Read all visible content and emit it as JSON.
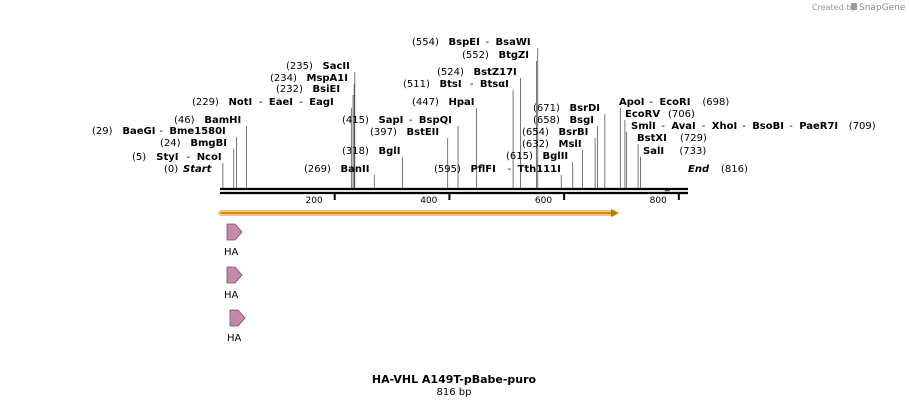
{
  "watermark": {
    "prefix": "Created by",
    "brand": "SnapGene"
  },
  "title": "HA-VHL A149T-pBabe-puro",
  "subtitle": "816 bp",
  "sequence": {
    "length": 816,
    "start_label": "Start",
    "end_label": "End",
    "end_pos": "(816)",
    "start_pos": "(0)"
  },
  "ruler": {
    "ticks": [
      200,
      400,
      600,
      800
    ]
  },
  "sites": [
    {
      "pos": 0,
      "text": "",
      "line": "(0)",
      "id": "start"
    },
    {
      "pos": 5,
      "label": "(5)",
      "names": [
        "StyI",
        "NcoI"
      ]
    },
    {
      "pos": 24,
      "label": "(24)",
      "names": [
        "BmgBI"
      ]
    },
    {
      "pos": 29,
      "label": "(29)",
      "names": [
        "BaeGI",
        "Bme1580I"
      ]
    },
    {
      "pos": 46,
      "label": "(46)",
      "names": [
        "BamHI"
      ]
    },
    {
      "pos": 229,
      "label": "(229)",
      "names": [
        "NotI",
        "EaeI",
        "EagI"
      ]
    },
    {
      "pos": 232,
      "label": "(232)",
      "names": [
        "BsiEI"
      ]
    },
    {
      "pos": 234,
      "label": "(234)",
      "names": [
        "MspA1I"
      ]
    },
    {
      "pos": 235,
      "label": "(235)",
      "names": [
        "SacII"
      ]
    },
    {
      "pos": 269,
      "label": "(269)",
      "names": [
        "BanII"
      ]
    },
    {
      "pos": 318,
      "label": "(318)",
      "names": [
        "BglI"
      ]
    },
    {
      "pos": 397,
      "label": "(397)",
      "names": [
        "BstEII"
      ]
    },
    {
      "pos": 415,
      "label": "(415)",
      "names": [
        "SapI",
        "BspQI"
      ]
    },
    {
      "pos": 447,
      "label": "(447)",
      "names": [
        "HpaI"
      ]
    },
    {
      "pos": 511,
      "label": "(511)",
      "names": [
        "BtsI",
        "BtsαI"
      ]
    },
    {
      "pos": 524,
      "label": "(524)",
      "names": [
        "BstZ17I"
      ]
    },
    {
      "pos": 552,
      "label": "(552)",
      "names": [
        "BtgZI"
      ]
    },
    {
      "pos": 554,
      "label": "(554)",
      "names": [
        "BspEI",
        "BsaWI"
      ]
    },
    {
      "pos": 595,
      "label": "(595)",
      "names": [
        "PflFI",
        "Tth111I"
      ]
    },
    {
      "pos": 615,
      "label": "(615)",
      "names": [
        "BglII"
      ]
    },
    {
      "pos": 632,
      "label": "(632)",
      "names": [
        "MslI"
      ]
    },
    {
      "pos": 654,
      "label": "(654)",
      "names": [
        "BsrBI"
      ]
    },
    {
      "pos": 658,
      "label": "(658)",
      "names": [
        "BsgI"
      ]
    },
    {
      "pos": 671,
      "label": "(671)",
      "names": [
        "BsrDI"
      ]
    },
    {
      "pos": 698,
      "label": "(698)",
      "names": [
        "ApoI",
        "EcoRI"
      ]
    },
    {
      "pos": 706,
      "label": "(706)",
      "names": [
        "EcoRV"
      ]
    },
    {
      "pos": 709,
      "label": "(709)",
      "names": [
        "SmlI",
        "AvaI",
        "XhoI",
        "BsoBI",
        "PaeR7I"
      ]
    },
    {
      "pos": 729,
      "label": "(729)",
      "names": [
        "BstXI"
      ]
    },
    {
      "pos": 733,
      "label": "(733)",
      "names": [
        "SalI"
      ]
    }
  ],
  "features": [
    {
      "name": "HA"
    },
    {
      "name": "HA"
    },
    {
      "name": "HA"
    }
  ],
  "colors": {
    "orf": "#f5a623",
    "feature": "#c48aa8",
    "line": "#000000"
  }
}
